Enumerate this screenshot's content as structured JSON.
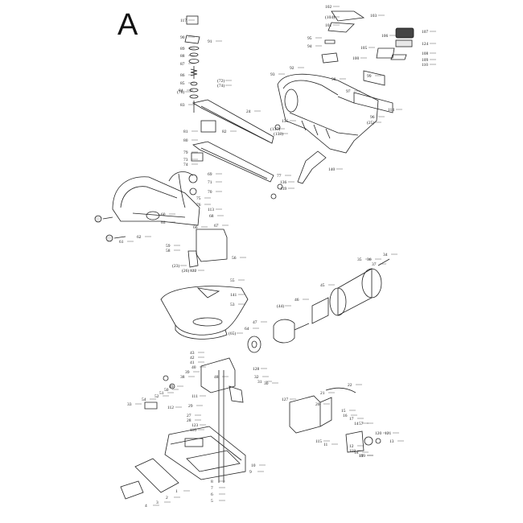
{
  "page_letter": "A",
  "callouts": [
    {
      "id": "c117",
      "label": "117"
    },
    {
      "id": "c90",
      "label": "90"
    },
    {
      "id": "c91",
      "label": "91"
    },
    {
      "id": "c89",
      "label": "89"
    },
    {
      "id": "c88",
      "label": "88"
    },
    {
      "id": "c87",
      "label": "87"
    },
    {
      "id": "c86",
      "label": "86"
    },
    {
      "id": "c85",
      "label": "85"
    },
    {
      "id": "c84",
      "label": "84"
    },
    {
      "id": "c83",
      "label": "83"
    },
    {
      "id": "c78",
      "label": "(78)"
    },
    {
      "id": "c72a",
      "label": "(72)"
    },
    {
      "id": "c74a",
      "label": "(74)"
    },
    {
      "id": "c82",
      "label": "82"
    },
    {
      "id": "c81",
      "label": "81"
    },
    {
      "id": "c80",
      "label": "80"
    },
    {
      "id": "c79",
      "label": "79"
    },
    {
      "id": "c73",
      "label": "73"
    },
    {
      "id": "c74b",
      "label": "74"
    },
    {
      "id": "c69",
      "label": "69"
    },
    {
      "id": "c71",
      "label": "71"
    },
    {
      "id": "c70",
      "label": "70"
    },
    {
      "id": "c113",
      "label": "113"
    },
    {
      "id": "c68",
      "label": "68"
    },
    {
      "id": "c67",
      "label": "67"
    },
    {
      "id": "c66",
      "label": "66"
    },
    {
      "id": "c62",
      "label": "62"
    },
    {
      "id": "c63",
      "label": "63"
    },
    {
      "id": "c61",
      "label": "61"
    },
    {
      "id": "c60",
      "label": "60"
    },
    {
      "id": "c59",
      "label": "59"
    },
    {
      "id": "c58",
      "label": "58"
    },
    {
      "id": "c56",
      "label": "56"
    },
    {
      "id": "c23",
      "label": "(23)"
    },
    {
      "id": "c26",
      "label": "(26)"
    },
    {
      "id": "c122",
      "label": "122"
    },
    {
      "id": "c55",
      "label": "55"
    },
    {
      "id": "c141",
      "label": "141"
    },
    {
      "id": "c53",
      "label": "53"
    },
    {
      "id": "c102",
      "label": "102"
    },
    {
      "id": "c104",
      "label": "(104)"
    },
    {
      "id": "c103",
      "label": "103"
    },
    {
      "id": "c101",
      "label": "101"
    },
    {
      "id": "c107",
      "label": "107"
    },
    {
      "id": "c124",
      "label": "124"
    },
    {
      "id": "c105",
      "label": "105"
    },
    {
      "id": "c108",
      "label": "108"
    },
    {
      "id": "c109",
      "label": "109"
    },
    {
      "id": "c110",
      "label": "110"
    },
    {
      "id": "c95",
      "label": "95"
    },
    {
      "id": "c94",
      "label": "94"
    },
    {
      "id": "c100",
      "label": "100"
    },
    {
      "id": "c93",
      "label": "93"
    },
    {
      "id": "c99",
      "label": "99"
    },
    {
      "id": "c114",
      "label": "114"
    },
    {
      "id": "c96",
      "label": "96"
    },
    {
      "id": "c25",
      "label": "(25)"
    },
    {
      "id": "c92",
      "label": "92"
    },
    {
      "id": "c64",
      "label": "64"
    },
    {
      "id": "c65",
      "label": "(65)"
    },
    {
      "id": "c24",
      "label": "24"
    },
    {
      "id": "c135",
      "label": "135"
    },
    {
      "id": "c137",
      "label": "(137)"
    },
    {
      "id": "c138",
      "label": "(138)"
    },
    {
      "id": "c77",
      "label": "77"
    },
    {
      "id": "c136",
      "label": "136"
    },
    {
      "id": "c139",
      "label": "139"
    },
    {
      "id": "c140",
      "label": "140"
    },
    {
      "id": "c35",
      "label": "35"
    },
    {
      "id": "c34",
      "label": "34"
    },
    {
      "id": "c36",
      "label": "36"
    },
    {
      "id": "c37",
      "label": "37"
    },
    {
      "id": "c45",
      "label": "45"
    },
    {
      "id": "c46",
      "label": "46"
    },
    {
      "id": "c44",
      "label": "(44)"
    },
    {
      "id": "c47",
      "label": "47"
    },
    {
      "id": "c43",
      "label": "43"
    },
    {
      "id": "c42",
      "label": "42"
    },
    {
      "id": "c41",
      "label": "41"
    },
    {
      "id": "c40",
      "label": "40"
    },
    {
      "id": "c39",
      "label": "39"
    },
    {
      "id": "c38",
      "label": "38"
    },
    {
      "id": "c128",
      "label": "128"
    },
    {
      "id": "c32",
      "label": "32"
    },
    {
      "id": "c31",
      "label": "31"
    },
    {
      "id": "c30",
      "label": "30"
    },
    {
      "id": "c29",
      "label": "29"
    },
    {
      "id": "c27",
      "label": "27"
    },
    {
      "id": "c28",
      "label": "28"
    },
    {
      "id": "c33",
      "label": "33"
    },
    {
      "id": "c112",
      "label": "112"
    },
    {
      "id": "c22",
      "label": "22"
    },
    {
      "id": "c21",
      "label": "21"
    },
    {
      "id": "c20",
      "label": "20"
    },
    {
      "id": "c19",
      "label": "19"
    },
    {
      "id": "c18",
      "label": "18"
    },
    {
      "id": "c17",
      "label": "17"
    },
    {
      "id": "c16",
      "label": "16"
    },
    {
      "id": "c15",
      "label": "15"
    },
    {
      "id": "c14",
      "label": "14"
    },
    {
      "id": "c13",
      "label": "13"
    },
    {
      "id": "c12",
      "label": "12"
    },
    {
      "id": "c11",
      "label": "11"
    },
    {
      "id": "c121",
      "label": "121"
    },
    {
      "id": "c118",
      "label": "118"
    },
    {
      "id": "c119",
      "label": "119"
    },
    {
      "id": "c120",
      "label": "120"
    },
    {
      "id": "c10",
      "label": "10"
    },
    {
      "id": "c9",
      "label": "9"
    },
    {
      "id": "c8",
      "label": "8"
    },
    {
      "id": "c7",
      "label": "7"
    },
    {
      "id": "c6",
      "label": "6"
    },
    {
      "id": "c5",
      "label": "5"
    },
    {
      "id": "c4",
      "label": "4"
    },
    {
      "id": "c3",
      "label": "3"
    },
    {
      "id": "c2",
      "label": "2"
    },
    {
      "id": "c1",
      "label": "1"
    },
    {
      "id": "c115",
      "label": "115"
    },
    {
      "id": "c127",
      "label": "127"
    },
    {
      "id": "c48",
      "label": "48"
    },
    {
      "id": "c49",
      "label": "49"
    },
    {
      "id": "c50",
      "label": "50"
    },
    {
      "id": "c51",
      "label": "51"
    },
    {
      "id": "c52",
      "label": "52"
    },
    {
      "id": "c54",
      "label": "54"
    },
    {
      "id": "c57",
      "label": "57"
    },
    {
      "id": "c111",
      "label": "111"
    },
    {
      "id": "c123",
      "label": "123"
    },
    {
      "id": "c76",
      "label": "76"
    },
    {
      "id": "c75",
      "label": "75"
    },
    {
      "id": "c106",
      "label": "106"
    },
    {
      "id": "c97",
      "label": "97"
    },
    {
      "id": "c98",
      "label": "98"
    },
    {
      "id": "c116",
      "label": "116"
    }
  ]
}
